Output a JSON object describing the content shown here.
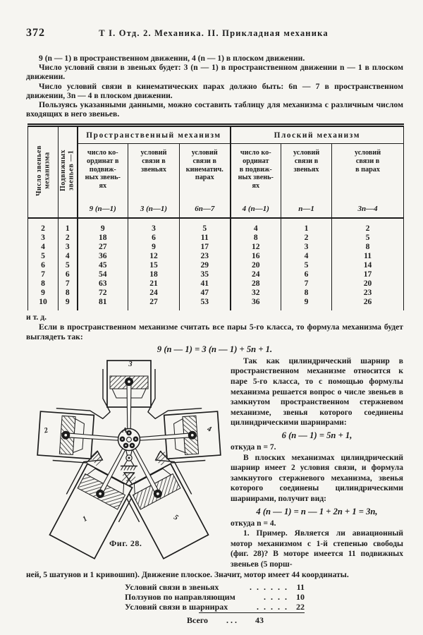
{
  "page": {
    "number": "372",
    "running_title": "Т I. Отд. 2. Механика. II. Прикладная механика"
  },
  "intro": {
    "p1": "9 (n — 1) в пространственном движении, 4 (n — 1) в плоском движении.",
    "p2": "Число условий связи в звеньях будет: 3 (n — 1) в пространственном движении n — 1 в плоском движении.",
    "p3": "Число условий связи в кинематических парах должно быть: 6n — 7 в пространственном движении, 3n — 4 в плоском движении.",
    "p4": "Пользуясь указанными данными, можно составить таблицу для механизма с различным числом входящих в него звеньев.",
    "etc": "и т. д.",
    "p5": "Если в пространственном механизме считать все пары 5-го класса, то формула механизма будет выглядеть так:"
  },
  "formulas": {
    "f1": "9 (n — 1) = 3 (n — 1) + 5n + 1."
  },
  "table": {
    "rotated_headers": [
      "Число звеньев\nмеханизма",
      "Подвижных\nзвеньев —1"
    ],
    "groups": [
      "Пространственный механизм",
      "Плоский механизм"
    ],
    "columns": [
      {
        "label": "число ко-\nординат в\nподвиж-\nных звень-\nях",
        "formula": "9 (n—1)"
      },
      {
        "label": "условий\nсвязи в\nзвеньях",
        "formula": "3 (n—1)"
      },
      {
        "label": "условий\nсвязи в\nкинематич.\nпарах",
        "formula": "6n—7"
      },
      {
        "label": "число ко-\nординат\nв подвиж-\nных звень-\nях",
        "formula": "4 (n—1)"
      },
      {
        "label": "условий\nсвязи в\nзвеньях",
        "formula": "n—1"
      },
      {
        "label": "условий\nсвязи в\nв парах",
        "formula": "3n—4"
      }
    ],
    "rows": [
      [
        "2",
        "1",
        "9",
        "3",
        "5",
        "4",
        "1",
        "2"
      ],
      [
        "3",
        "2",
        "18",
        "6",
        "11",
        "8",
        "2",
        "5"
      ],
      [
        "4",
        "3",
        "27",
        "9",
        "17",
        "12",
        "3",
        "8"
      ],
      [
        "5",
        "4",
        "36",
        "12",
        "23",
        "16",
        "4",
        "11"
      ],
      [
        "6",
        "5",
        "45",
        "15",
        "29",
        "20",
        "5",
        "14"
      ],
      [
        "7",
        "6",
        "54",
        "18",
        "35",
        "24",
        "6",
        "17"
      ],
      [
        "8",
        "7",
        "63",
        "21",
        "41",
        "28",
        "7",
        "20"
      ],
      [
        "9",
        "8",
        "72",
        "24",
        "47",
        "32",
        "8",
        "23"
      ],
      [
        "10",
        "9",
        "81",
        "27",
        "53",
        "36",
        "9",
        "26"
      ]
    ]
  },
  "right_col": {
    "p6": "Так как цилиндрический шарнир в пространственном механизме относится к паре 5-го класса, то с помощью формулы механизма решается вопрос о числе звеньев в замкнутом пространственном стержневом механизме, звенья которого соединены цилиндрическими шарнирами:",
    "f2": "6 (n — 1) = 5n + 1,",
    "p7": "откуда n = 7.",
    "p8": "В плоских механизмах цилиндрический шарнир имеет 2 условия связи, и формула замкнутого стержневого механизма, звенья которого соединены цилиндрическими шарнирами, получит вид:",
    "f3": "4 (n — 1) = n — 1 + 2n + 1 = 3n,",
    "p9": "откуда n = 4.",
    "example_label": "1. Пример.",
    "example_text": " Является ли авиационный мотор механизмом с 1-й степенью свободы (фиг. 28)? В моторе имеется 11 подвижных звеньев (5 порш-"
  },
  "figure": {
    "caption": "Фиг. 28.",
    "cylinder_labels": [
      "3",
      "4",
      "5",
      "1",
      "2"
    ],
    "hub_label": "А"
  },
  "bottom": {
    "continuation": "ней, 5 шатунов и 1 кривошип). Движение плоское. Значит, мотор имеет 44 координаты."
  },
  "summary": {
    "items": [
      {
        "label": "Условий связи в звеньях",
        "dots": ". . . . . .",
        "value": "11"
      },
      {
        "label": "Ползунов по направляющим",
        "dots": ". . . .",
        "value": "10"
      },
      {
        "label": "Условий связи в шарнирах",
        "dots": ". . . . .",
        "value": "22"
      }
    ],
    "total_label": "Всего",
    "total_dots": ". . .",
    "total_value": "43"
  }
}
